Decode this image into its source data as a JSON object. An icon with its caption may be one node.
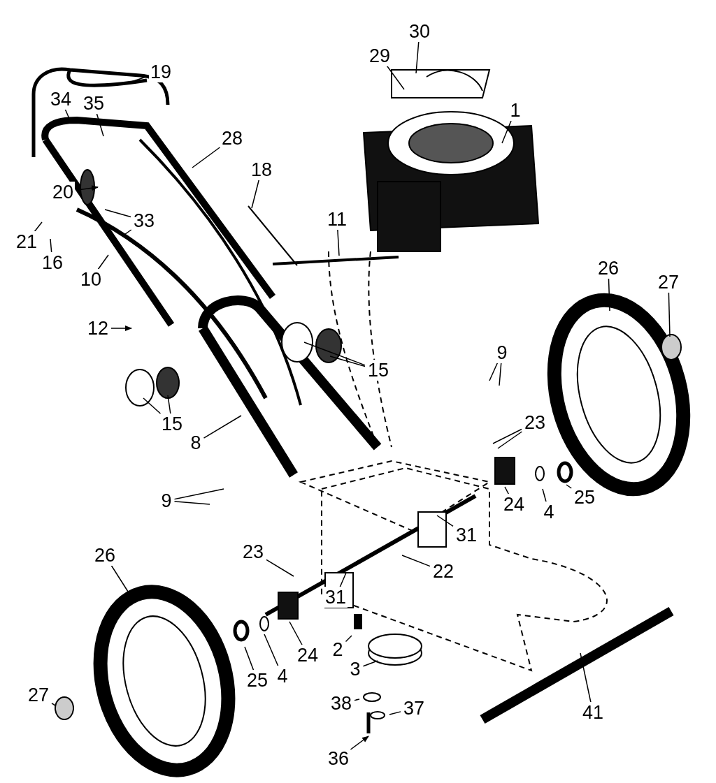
{
  "diagram": {
    "nodes": [
      {
        "text": [
          "30"
        ]
      },
      {
        "text": [
          "29"
        ]
      },
      {
        "text": [
          "19"
        ]
      },
      {
        "text": [
          "34"
        ]
      },
      {
        "text": [
          "35"
        ]
      },
      {
        "text": [
          "1"
        ]
      },
      {
        "text": [
          "28"
        ]
      },
      {
        "text": [
          "18"
        ]
      },
      {
        "text": [
          "20"
        ]
      },
      {
        "text": [
          "33"
        ]
      },
      {
        "text": [
          "21"
        ]
      },
      {
        "text": [
          "11"
        ]
      },
      {
        "text": [
          "16"
        ]
      },
      {
        "text": [
          "10"
        ]
      },
      {
        "text": [
          "26"
        ]
      },
      {
        "text": [
          "27"
        ]
      },
      {
        "text": [
          "12"
        ]
      },
      {
        "text": [
          "15"
        ]
      },
      {
        "text": [
          "9"
        ]
      },
      {
        "text": [
          "15"
        ]
      },
      {
        "text": [
          "23"
        ]
      },
      {
        "text": [
          "8"
        ]
      },
      {
        "text": [
          "9"
        ]
      },
      {
        "text": [
          "24"
        ]
      },
      {
        "text": [
          "4"
        ]
      },
      {
        "text": [
          "25"
        ]
      },
      {
        "text": [
          "31"
        ]
      },
      {
        "text": [
          "22"
        ]
      },
      {
        "text": [
          "26"
        ]
      },
      {
        "text": [
          "23"
        ]
      },
      {
        "text": [
          "31"
        ]
      },
      {
        "text": [
          "24"
        ]
      },
      {
        "text": [
          "4"
        ]
      },
      {
        "text": [
          "25"
        ]
      },
      {
        "text": [
          "2"
        ]
      },
      {
        "text": [
          "3"
        ]
      },
      {
        "text": [
          "27"
        ]
      },
      {
        "text": [
          "38"
        ]
      },
      {
        "text": [
          "37"
        ]
      },
      {
        "text": [
          "41"
        ]
      },
      {
        "text": [
          "36"
        ]
      }
    ],
    "edges": [
      {
        "from": 0,
        "to": null,
        "arrow": "none"
      },
      {
        "from": 1,
        "to": null,
        "arrow": "none"
      },
      {
        "from": 2,
        "to": null,
        "arrow": "none"
      },
      {
        "from": 3,
        "to": null,
        "arrow": "none"
      },
      {
        "from": 4,
        "to": null,
        "arrow": "none"
      },
      {
        "from": 5,
        "to": null,
        "arrow": "none"
      },
      {
        "from": 6,
        "to": null,
        "arrow": "none"
      },
      {
        "from": 7,
        "to": null,
        "arrow": "none"
      },
      {
        "from": 8,
        "to": null,
        "arrow": "to"
      },
      {
        "from": 9,
        "to": null,
        "arrow": "none"
      },
      {
        "from": 9,
        "to": null,
        "arrow": "none"
      },
      {
        "from": 10,
        "to": null,
        "arrow": "none"
      },
      {
        "from": 11,
        "to": null,
        "arrow": "none"
      },
      {
        "from": 12,
        "to": null,
        "arrow": "none"
      },
      {
        "from": 13,
        "to": null,
        "arrow": "none"
      },
      {
        "from": 14,
        "to": null,
        "arrow": "none"
      },
      {
        "from": 15,
        "to": null,
        "arrow": "none"
      },
      {
        "from": 16,
        "to": null,
        "arrow": "to"
      },
      {
        "from": 17,
        "to": null,
        "arrow": "none"
      },
      {
        "from": 17,
        "to": null,
        "arrow": "none"
      },
      {
        "from": 18,
        "to": null,
        "arrow": "none"
      },
      {
        "from": 18,
        "to": null,
        "arrow": "none"
      },
      {
        "from": 19,
        "to": null,
        "arrow": "none"
      },
      {
        "from": 19,
        "to": null,
        "arrow": "none"
      },
      {
        "from": 20,
        "to": null,
        "arrow": "none"
      },
      {
        "from": 20,
        "to": null,
        "arrow": "none"
      },
      {
        "from": 21,
        "to": null,
        "arrow": "none"
      },
      {
        "from": 22,
        "to": null,
        "arrow": "none"
      },
      {
        "from": 22,
        "to": null,
        "arrow": "none"
      },
      {
        "from": 23,
        "to": null,
        "arrow": "none"
      },
      {
        "from": 24,
        "to": null,
        "arrow": "none"
      },
      {
        "from": 25,
        "to": null,
        "arrow": "none"
      },
      {
        "from": 26,
        "to": null,
        "arrow": "none"
      },
      {
        "from": 27,
        "to": null,
        "arrow": "none"
      },
      {
        "from": 28,
        "to": null,
        "arrow": "none"
      },
      {
        "from": 29,
        "to": null,
        "arrow": "none"
      },
      {
        "from": 30,
        "to": null,
        "arrow": "none"
      },
      {
        "from": 31,
        "to": null,
        "arrow": "none"
      },
      {
        "from": 32,
        "to": null,
        "arrow": "none"
      },
      {
        "from": 33,
        "to": null,
        "arrow": "none"
      },
      {
        "from": 34,
        "to": null,
        "arrow": "none"
      },
      {
        "from": 35,
        "to": null,
        "arrow": "none"
      },
      {
        "from": 36,
        "to": null,
        "arrow": "none"
      },
      {
        "from": 37,
        "to": null,
        "arrow": "none"
      },
      {
        "from": 38,
        "to": null,
        "arrow": "none"
      },
      {
        "from": 39,
        "to": null,
        "arrow": "none"
      },
      {
        "from": 40,
        "to": null,
        "arrow": "to"
      }
    ]
  }
}
